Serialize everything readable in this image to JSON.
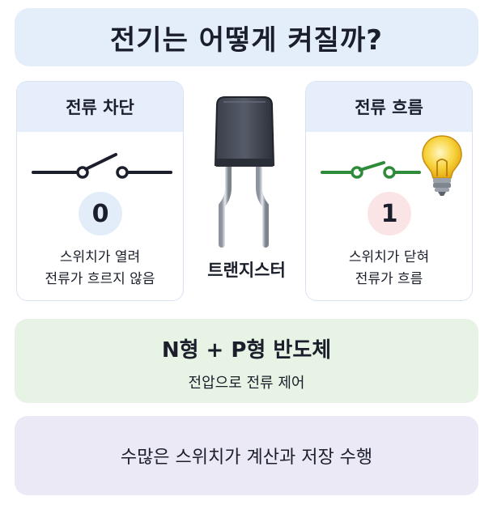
{
  "title": "전기는 어떻게 켜질까?",
  "left_card": {
    "heading": "전류 차단",
    "digit": "0",
    "line1": "스위치가 열려",
    "line2": "전류가 흐르지 않음",
    "wire_color": "#1b1f2b"
  },
  "right_card": {
    "heading": "전류 흐름",
    "digit": "1",
    "line1": "스위치가 닫혀",
    "line2": "전류가 흐름",
    "wire_color": "#2e8b3a"
  },
  "center": {
    "label": "트랜지스터",
    "icon": "transistor-icon"
  },
  "semiconductor": {
    "title": "N형 + P형 반도체",
    "subtitle": "전압으로 전류 제어"
  },
  "summary": {
    "text": "수많은 스위치가 계산과 저장 수행"
  },
  "colors": {
    "title_bg": "#e4eefb",
    "semi_bg": "#e7f3e4",
    "summary_bg": "#ece9f7",
    "off_circle": "#e3edf9",
    "on_circle": "#fbe4e6",
    "bulb": "#f7c934"
  }
}
